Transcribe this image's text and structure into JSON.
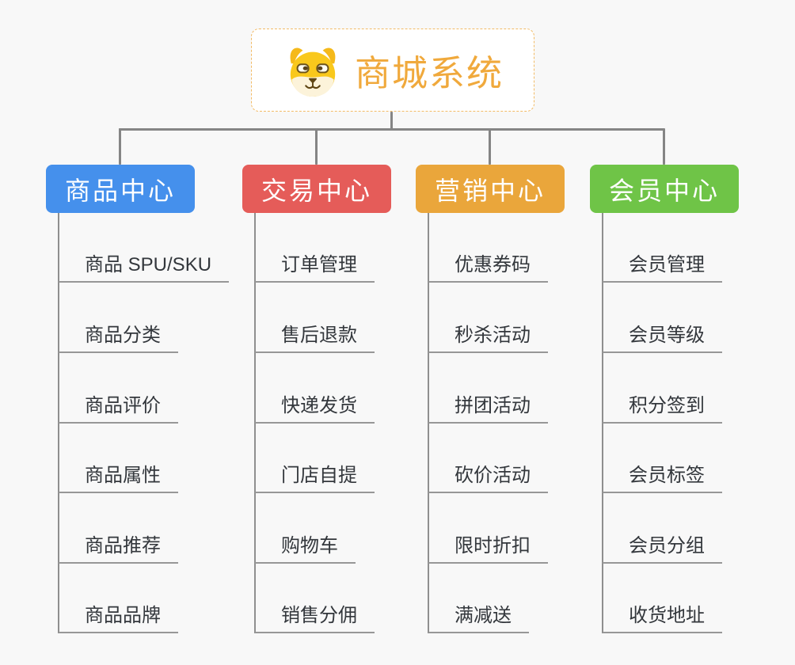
{
  "root": {
    "title": "商城系统",
    "icon": "dog-face-icon"
  },
  "colors": {
    "background": "#f8f8f8",
    "root_accent": "#f0a93c",
    "root_border": "#f2bb66",
    "connector": "#858585",
    "item_underline": "#979797",
    "item_text": "#33373c"
  },
  "branches": [
    {
      "label": "商品中心",
      "color": "#4590ec",
      "items": [
        "商品 SPU/SKU",
        "商品分类",
        "商品评价",
        "商品属性",
        "商品推荐",
        "商品品牌"
      ]
    },
    {
      "label": "交易中心",
      "color": "#e55c59",
      "items": [
        "订单管理",
        "售后退款",
        "快递发货",
        "门店自提",
        "购物车",
        "销售分佣"
      ]
    },
    {
      "label": "营销中心",
      "color": "#eaa63b",
      "items": [
        "优惠券码",
        "秒杀活动",
        "拼团活动",
        "砍价活动",
        "限时折扣",
        "满减送"
      ]
    },
    {
      "label": "会员中心",
      "color": "#6fc447",
      "items": [
        "会员管理",
        "会员等级",
        "积分签到",
        "会员标签",
        "会员分组",
        "收货地址"
      ]
    }
  ]
}
